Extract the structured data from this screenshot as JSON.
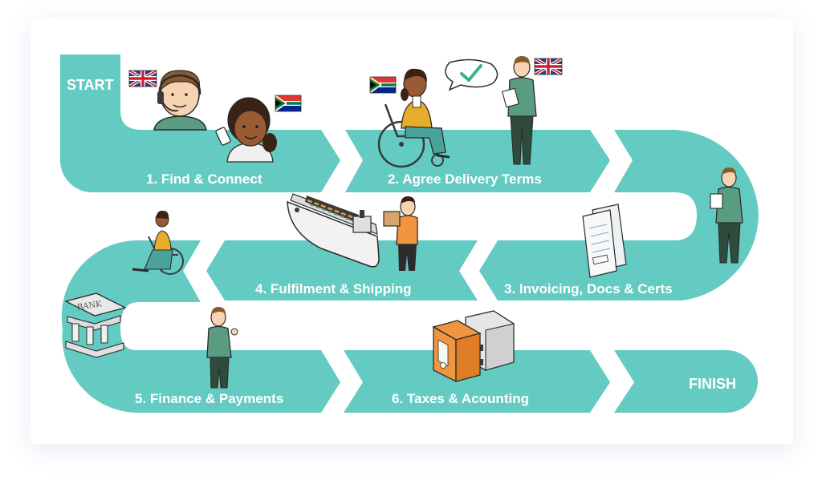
{
  "labels": {
    "start": "START",
    "finish": "FINISH",
    "step1": "1. Find & Connect",
    "step2": "2. Agree Delivery Terms",
    "step3": "3. Invoicing, Docs & Certs",
    "step4": "4. Fulfilment & Shipping",
    "step5": "5. Finance & Payments",
    "step6": "6. Taxes & Acounting",
    "bank_sign": "BANK"
  },
  "colors": {
    "path": "#64cbc2",
    "skin_light": "#f6d3b3",
    "skin_dark": "#9a5a34",
    "shirt_green": "#5a9c82",
    "pants_dark": "#2f4b3c",
    "mustard": "#e7ac2a",
    "orange": "#f09540",
    "hair_brown": "#8a5a2b"
  },
  "icons": [
    "uk-flag",
    "south-africa-flag",
    "speech-bubble-check",
    "wheelchair",
    "cargo-ship",
    "bank-building",
    "binders",
    "invoice-documents"
  ]
}
